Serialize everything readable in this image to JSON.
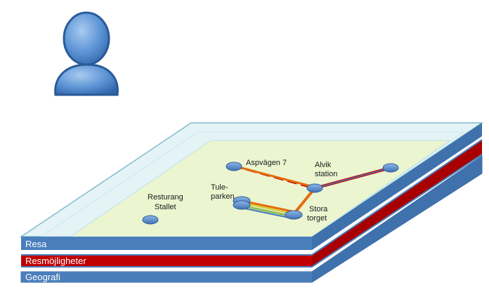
{
  "colors": {
    "background": "#ffffff",
    "layer_blue": "#4a7ebb",
    "layer_red": "#c00000",
    "map_surface": "#ebf5d0",
    "glass_edge": "#bfe3ea",
    "node_fill": "#5b8fcc",
    "route_orange": "#e46c0a",
    "route_red": "#c00000",
    "route_blue": "#4a7ebb",
    "route_yellow": "#d8cf3a",
    "route_green": "#8fbf5a",
    "person": "#4a84c8"
  },
  "icons": {
    "person": "user-icon"
  },
  "layers": [
    {
      "label": "Resa"
    },
    {
      "label": "Resmöjligheter"
    },
    {
      "label": "Geografi"
    }
  ],
  "places": {
    "aspvagen": "Aspvägen 7",
    "alvik_line1": "Alvik",
    "alvik_line2": "station",
    "resturang_line1": "Resturang",
    "resturang_line2": "Stallet",
    "tule_line1": "Tule-",
    "tule_line2": "parken",
    "stora_line1": "Stora",
    "stora_line2": "torget"
  }
}
